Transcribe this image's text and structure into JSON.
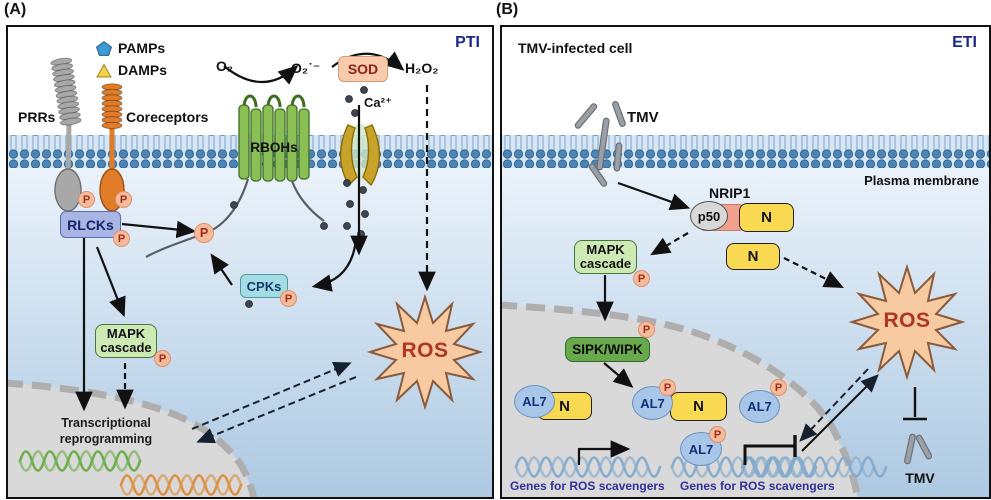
{
  "figure": {
    "panel_a_tag": "(A)",
    "panel_b_tag": "(B)"
  },
  "p_badge": "P",
  "panels": {
    "a": {
      "mode_label": "PTI",
      "legend": {
        "pamps": "PAMPs",
        "damps": "DAMPs"
      },
      "labels": {
        "prrs": "PRRs",
        "coreceptors": "Coreceptors",
        "rlcks": "RLCKs",
        "o2": "O₂",
        "superoxide": "O₂˙⁻",
        "sod": "SOD",
        "h2o2": "H₂O₂",
        "rbohs": "RBOHs",
        "ca": "Ca²⁺",
        "cpks": "CPKs",
        "mapk_line1": "MAPK",
        "mapk_line2": "cascade",
        "ros": "ROS",
        "transcription_line1": "Transcriptional",
        "transcription_line2": "reprogramming"
      }
    },
    "b": {
      "mode_label": "ETI",
      "cell_label": "TMV-infected cell",
      "labels": {
        "tmv": "TMV",
        "plasma_membrane": "Plasma membrane",
        "nrip1": "NRIP1",
        "p50": "p50",
        "n": "N",
        "mapk_line1": "MAPK",
        "mapk_line2": "cascade",
        "sipk_wipk": "SIPK/WIPK",
        "al7": "AL7",
        "ros": "ROS",
        "genes_ros": "Genes for ROS scavengers"
      }
    }
  },
  "colors": {
    "membrane_head": "#4c84b4",
    "membrane_bg": "#d6e6f4",
    "cytoplasm_top": "#eaf2fa",
    "cytoplasm_bottom": "#adc9e2",
    "nucleus": "#d9d9d9",
    "rboh_green": "#8abf55",
    "channel_gold": "#c9a22b",
    "receptor_gray": "#a8a8a8",
    "coreceptor_orange": "#e07b28",
    "rlcks_blue": "#a9b5e2",
    "mapk_green": "#cde9b4",
    "cpks_teal": "#a5dce2",
    "sipk_green": "#68a94d",
    "sod_salmon": "#f7cbab",
    "ros_fill": "#f8caa2",
    "ros_text": "#b03524",
    "n_yellow": "#f9d952",
    "al7_blue": "#a8c6e8",
    "p50_gray": "#d8d8d8",
    "nrip1_salmon": "#f2a08e",
    "p_badge_fill": "#f5bb9b",
    "title_navy": "#1b2a8a",
    "genes_text": "#31309b",
    "pamp_blue": "#3d9bd1",
    "damp_yellow": "#f2d24b",
    "dna_green": "#6fae4e",
    "dna_orange": "#dd8f44",
    "dna_blue": "#85abcd"
  }
}
